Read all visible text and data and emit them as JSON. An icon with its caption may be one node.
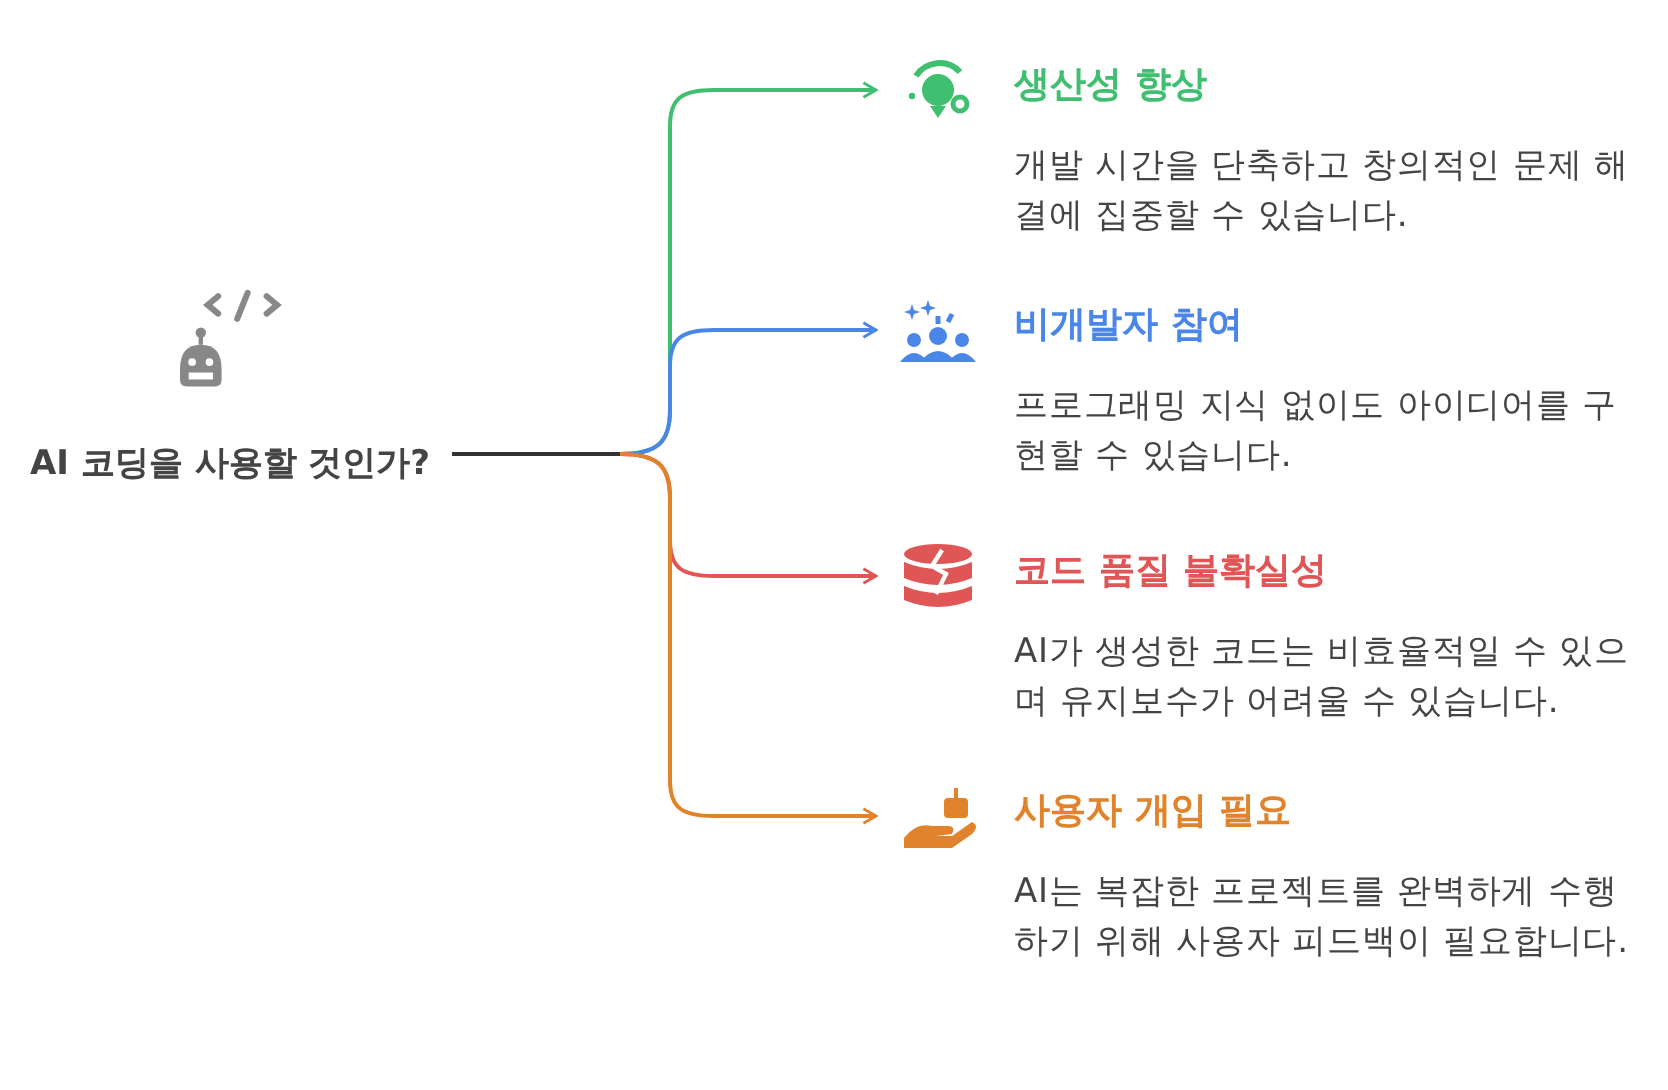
{
  "diagram": {
    "nodes": [
      {
        "text": [
          "AI 코딩을 사용할 것인가?"
        ]
      },
      {
        "text": [
          "생산성 향상",
          "개발 시간을 단축하고 창의적인 문제 해결에 집중할 수 있습니다."
        ]
      },
      {
        "text": [
          "비개발자 참여",
          "프로그래밍 지식 없이도 아이디어를 구현할 수 있습니다."
        ]
      },
      {
        "text": [
          "코드 품질 불확실성",
          "AI가 생성한 코드는 비효율적일 수 있으며 유지보수가 어려울 수 있습니다."
        ]
      },
      {
        "text": [
          "사용자 개입 필요",
          "AI는 복잡한 프로젝트를 완벽하게 수행하기 위해 사용자 피드백이 필요합니다."
        ]
      }
    ],
    "edges": [
      {
        "from": 0,
        "to": 1,
        "arrow": "to",
        "color": "#3fbf6f"
      },
      {
        "from": 0,
        "to": 2,
        "arrow": "to",
        "color": "#4a86e8"
      },
      {
        "from": 0,
        "to": 3,
        "arrow": "to",
        "color": "#e05555"
      },
      {
        "from": 0,
        "to": 4,
        "arrow": "to",
        "color": "#e0832a"
      }
    ]
  }
}
